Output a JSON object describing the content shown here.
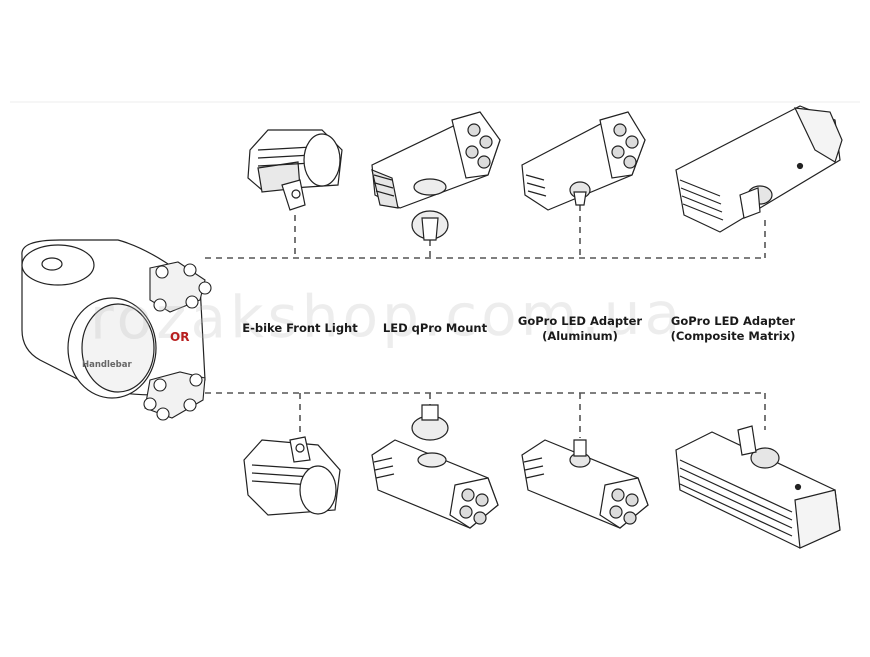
{
  "labels": {
    "or": "OR",
    "handlebar": "Handlebar",
    "ebike_front_light": "E-bike Front Light",
    "led_qpro_mount": "LED qPro Mount",
    "gopro_aluminum_line1": "GoPro LED Adapter",
    "gopro_aluminum_line2": "(Aluminum)",
    "gopro_composite_line1": "GoPro LED Adapter",
    "gopro_composite_line2": "(Composite Matrix)"
  },
  "watermark": "rozakshop.com.ua",
  "colors": {
    "line": "#555555",
    "accent_or": "#b81e1e",
    "outline": "#222222",
    "fill_light": "#ffffff",
    "fill_shade": "#e6e6e6"
  }
}
